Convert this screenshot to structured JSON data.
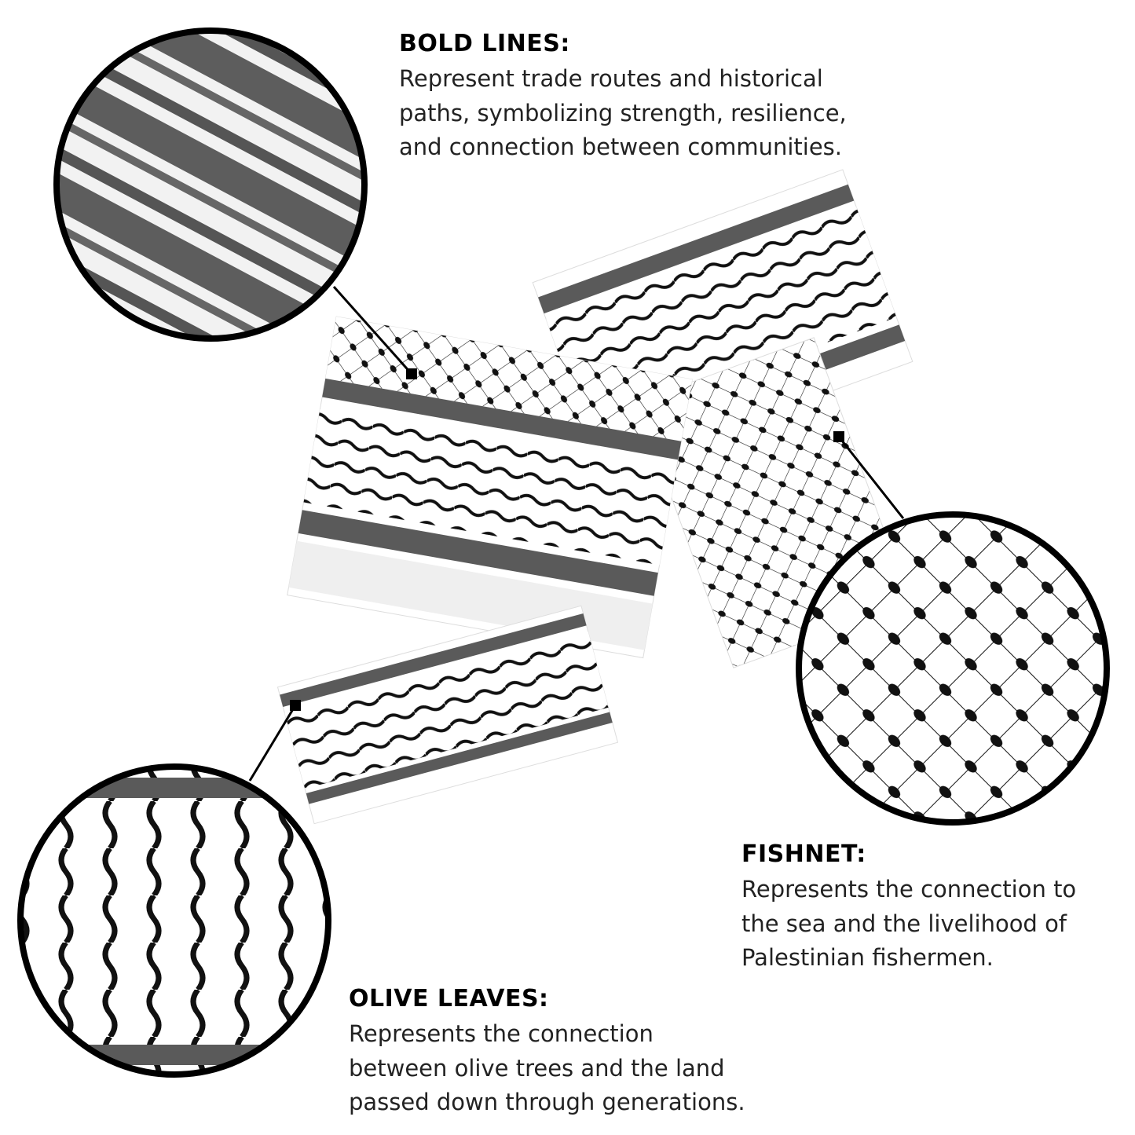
{
  "colors": {
    "ink": "#000000",
    "cloth": "#ffffff",
    "stripe": "#5a5a5a"
  },
  "sections": {
    "bold_lines": {
      "heading": "BOLD LINES:",
      "body": "Represent trade routes and historical\npaths, symbolizing strength, resilience,\nand connection between communities."
    },
    "fishnet": {
      "heading": "FISHNET:",
      "body": "Represents the connection to\nthe sea and the livelihood of\nPalestinian fishermen."
    },
    "olive_leaves": {
      "heading": "OLIVE LEAVES:",
      "body": "Represents the connection\nbetween olive trees and the land\npassed down through generations."
    }
  }
}
